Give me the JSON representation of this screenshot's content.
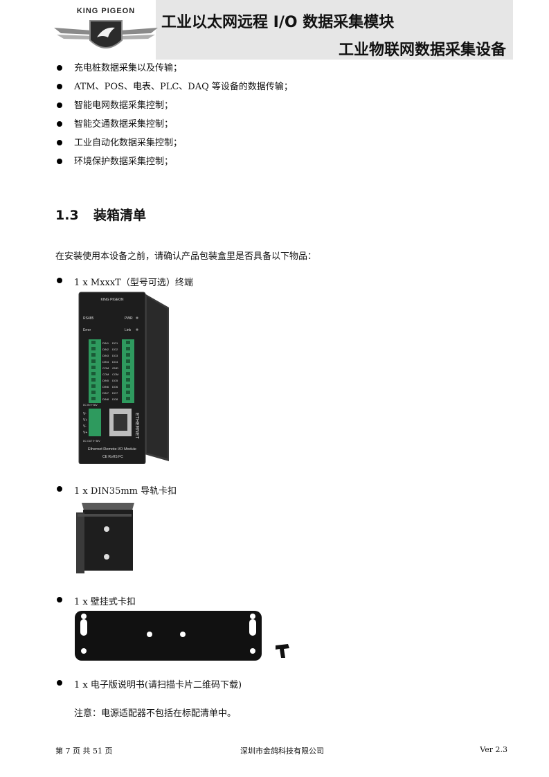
{
  "header": {
    "logo_text": "KING PIGEON",
    "title_line1": "工业以太网远程 I/O 数据采集模块",
    "title_line2": "工业物联网数据采集设备"
  },
  "applications": [
    "充电桩数据采集以及传输；",
    "ATM、POS、电表、PLC、DAQ 等设备的数据传输；",
    "智能电网数据采集控制；",
    "智能交通数据采集控制；",
    "工业自动化数据采集控制；",
    "环境保护数据采集控制；"
  ],
  "section": {
    "number": "1.3",
    "title": "装箱清单"
  },
  "intro": "在安装使用本设备之前，请确认产品包装盒里是否具备以下物品：",
  "items": [
    "1 x MxxxT（型号可选）终端",
    "1 x DIN35mm 导轨卡扣",
    "1 x  壁挂式卡扣",
    "1 x  电子版说明书(请扫描卡片二维码下载)"
  ],
  "device_labels": {
    "brand": "KING PIGEON",
    "rs485": "RS485",
    "pwr": "PWR",
    "error": "Error",
    "link": "Link",
    "left_terms": [
      "DIN1",
      "DIN2",
      "DIN3",
      "DIN4",
      "COM",
      "COM",
      "DIN5",
      "DIN6",
      "DIN7",
      "DIN8"
    ],
    "right_terms": [
      "DO1",
      "DO2",
      "DO3",
      "DO4",
      "GND",
      "COM",
      "DO5",
      "DO6",
      "DO7",
      "DO8"
    ],
    "dc_in": "DC IN 9~36V",
    "dc_out": "DC OUT 9~36V",
    "v_minus": "V-",
    "v_plus": "V+",
    "ethernet": "ETHERNET",
    "model_text": "Ethernet Remote I/O Module",
    "cert": "CE RoHS FC"
  },
  "note": "注意：电源适配器不包括在标配清单中。",
  "footer": {
    "page": "第 7 页 共 51 页",
    "company": "深圳市金鸽科技有限公司",
    "version": "Ver 2.3"
  }
}
